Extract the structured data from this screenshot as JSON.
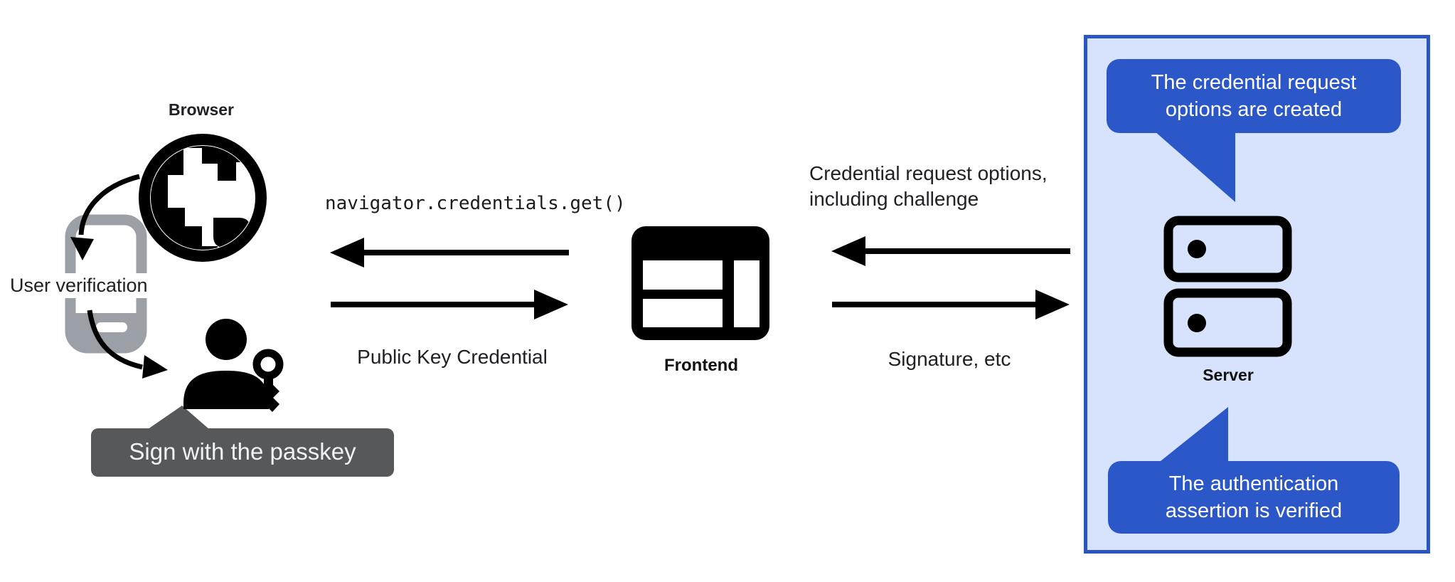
{
  "diagram": {
    "title_hint": "Passkey authentication flow",
    "browser_section": {
      "browser_label": "Browser",
      "user_verification_label": "User verification",
      "tooltip_label": "Sign with the passkey"
    },
    "frontend_section": {
      "api_call": "navigator.credentials.get()",
      "return_label": "Public Key Credential",
      "frontend_label": "Frontend"
    },
    "server_section": {
      "server_label": "Server",
      "request_label": "Credential request options,\nincluding challenge",
      "response_label": "Signature, etc",
      "bubble_top_label": "The credential request\noptions are created",
      "bubble_bottom_label": "The authentication\nassertion is verified"
    },
    "colors": {
      "panel_fill": "#d7e3fc",
      "panel_border": "#2d55c0",
      "speech_bubble_blue": "#2b57c8",
      "tooltip_gray": "#57585a",
      "phone_gray": "#9aa0a6",
      "ink": "#202124"
    }
  }
}
